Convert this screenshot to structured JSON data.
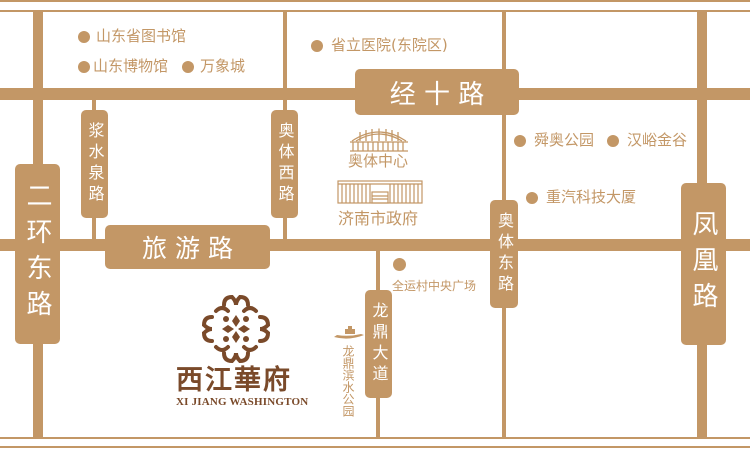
{
  "colors": {
    "road": "#C39766",
    "road_label_text": "#FFFFFF",
    "poi_text": "#C39766",
    "logo": "#7A4A2A",
    "background": "#FFFFFF"
  },
  "roads": {
    "jingshi": "经 十 路",
    "lvyou": "旅 游 路",
    "erhuan_east": "二环东路",
    "jiangshuiquan": "浆水泉路",
    "aoti_west": "奥体西路",
    "aoti_east": "奥体东路",
    "fenghuang": "凤凰路",
    "longding": "龙鼎大道"
  },
  "pois": {
    "provincial_library": "山东省图书馆",
    "provincial_museum": "山东博物馆",
    "wanxiang_city": "万象城",
    "provincial_hospital": "省立医院(东院区)",
    "shunao_park": "舜奥公园",
    "hanyu_jingu": "汉峪金谷",
    "zhongqi_building": "重汽科技大厦",
    "quanyuncun_square": "全运村中央广场"
  },
  "landmarks": {
    "olympic_center": "奥体中心",
    "city_government": "济南市政府",
    "longding_park": "龙鼎滨水公园"
  },
  "logo": {
    "name_cn": "西江華府",
    "name_en": "XI JIANG WASHINGTON"
  }
}
